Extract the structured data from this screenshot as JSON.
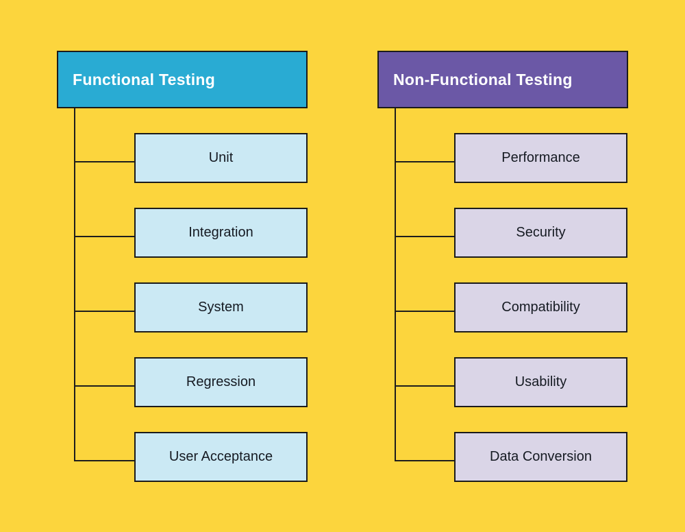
{
  "page": {
    "background_color": "#fcd53d",
    "connector_color": "#1d1d1d",
    "node_border_color": "#1b1b1b"
  },
  "trees": [
    {
      "id": "functional",
      "title": "Functional Testing",
      "header_color": "#29abd3",
      "header_text_color": "#ffffff",
      "child_color": "#cbe9f4",
      "child_text_color": "#151a22",
      "children": [
        "Unit",
        "Integration",
        "System",
        "Regression",
        "User Acceptance"
      ]
    },
    {
      "id": "non-functional",
      "title": "Non-Functional Testing",
      "header_color": "#6b58a6",
      "header_text_color": "#ffffff",
      "child_color": "#dad5e7",
      "child_text_color": "#151a22",
      "children": [
        "Performance",
        "Security",
        "Compatibility",
        "Usability",
        "Data Conversion"
      ]
    }
  ]
}
